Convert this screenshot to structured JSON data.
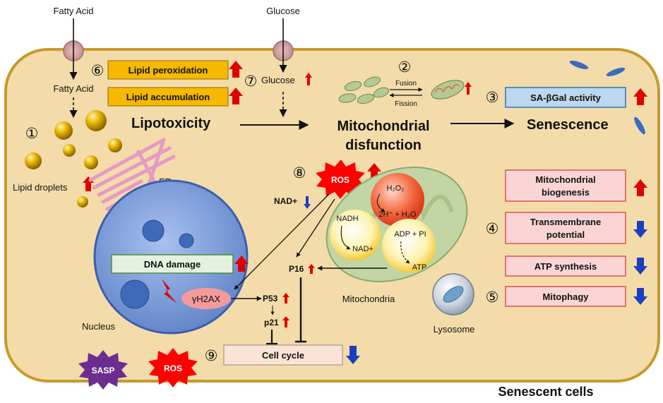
{
  "inputs": {
    "fatty_acid_outside": "Fatty Acid",
    "glucose_outside": "Glucose",
    "fatty_acid_inside": "Fatty Acid",
    "glucose_inside": "Glucose"
  },
  "numbers": [
    "①",
    "②",
    "③",
    "④",
    "⑤",
    "⑥",
    "⑦",
    "⑧",
    "⑨"
  ],
  "boxes": {
    "lipid_peroxidation": "Lipid peroxidation",
    "lipid_accumulation": "Lipid accumulation",
    "sa_bgal": "SA-βGal activity",
    "mito_biogenesis": [
      "Mitochondrial",
      "biogenesis"
    ],
    "transmembrane": [
      "Transmembrane",
      "potential"
    ],
    "atp_synthesis": "ATP synthesis",
    "mitophagy": "Mitophagy",
    "dna_damage": "DNA damage",
    "cell_cycle": "Cell cycle"
  },
  "headings": {
    "lipotoxicity": "Lipotoxicity",
    "mito_dysfunction": [
      "Mitochondrial",
      "disfunction"
    ],
    "senescence": "Senescence"
  },
  "labels": {
    "lipid_droplets": "Lipid droplets",
    "er": "ER",
    "nucleus": "Nucleus",
    "mitochondria": "Mitochondria",
    "lysosome": "Lysosome",
    "senescent_cells": "Senescent cells",
    "fusion": "Fusion",
    "fission": "Fission",
    "nad_plus": "NAD+",
    "gamma_h2ax": "γH2AX",
    "p53": "P53",
    "p21": "p21",
    "p16": "P16",
    "ros": "ROS",
    "sasp": "SASP"
  },
  "mito_inner": {
    "h2o2": "H₂O₂",
    "water": "2H⁺ + H₂O",
    "nadh": "NADH",
    "nad": "NAD+",
    "adp": "ADP + PI",
    "atp": "ATP"
  },
  "colors": {
    "up_arrow": "#e00000",
    "down_arrow": "#1a3fbf",
    "cell_fill": "#f3dcaa",
    "cell_border": "#c89a2c"
  }
}
